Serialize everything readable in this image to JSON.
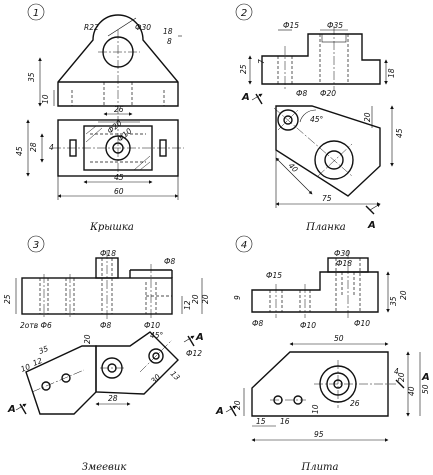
{
  "figures": [
    {
      "number": "1",
      "caption": "Крышка",
      "dimensions": [
        "R22",
        "Ф30",
        "18",
        "8",
        "35",
        "10",
        "26",
        "45",
        "28",
        "Ф20",
        "Ф10",
        "4",
        "45",
        "60"
      ]
    },
    {
      "number": "2",
      "caption": "Планка",
      "section_letter": "A",
      "dimensions": [
        "Ф15",
        "Ф35",
        "25",
        "7",
        "18",
        "Ф8",
        "Ф20",
        "45°",
        "20",
        "45",
        "40",
        "75"
      ]
    },
    {
      "number": "3",
      "caption": "Змеевик",
      "section_letter": "A",
      "dimensions": [
        "Ф18",
        "Ф8",
        "25",
        "12",
        "20",
        "20",
        "2отв Ф6",
        "Ф8",
        "Ф10",
        "45°",
        "35",
        "10",
        "12",
        "20",
        "Ф12",
        "13",
        "28",
        "30"
      ]
    },
    {
      "number": "4",
      "caption": "Плита",
      "section_letter": "A",
      "dimensions": [
        "Ф30",
        "Ф18",
        "Ф15",
        "9",
        "35",
        "20",
        "Ф8",
        "Ф10",
        "Ф10",
        "50",
        "4",
        "20",
        "40",
        "50",
        "20",
        "10",
        "26",
        "15",
        "16",
        "95"
      ]
    }
  ]
}
